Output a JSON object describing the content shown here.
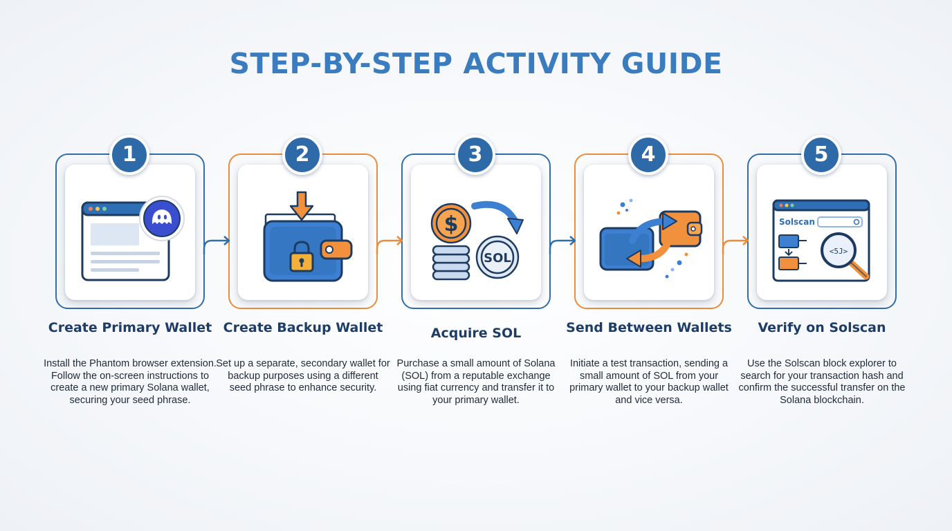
{
  "title": "STEP-BY-STEP ACTIVITY GUIDE",
  "steps": [
    {
      "number": "1",
      "title": "Create Primary Wallet",
      "description": "Install the Phantom browser extension. Follow the on-screen instructions to create a new primary Solana wallet, securing your seed phrase."
    },
    {
      "number": "2",
      "title": "Create Backup Wallet",
      "description": "Set up a separate, secondary wallet for backup purposes using a different seed phrase to enhance security."
    },
    {
      "number": "3",
      "title": "Acquire SOL",
      "description": "Purchase a small amount of Solana (SOL) from a reputable exchange using fiat currency and transfer it to your primary wallet."
    },
    {
      "number": "4",
      "title": "Send Between Wallets",
      "description": "Initiate a test transaction, sending a small amount of SOL from your primary wallet to your backup wallet and vice versa."
    },
    {
      "number": "5",
      "title": "Verify on Solscan",
      "description": "Use the Solscan block explorer to search for your transaction hash and confirm the successful transfer on the Solana blockchain."
    }
  ],
  "icon_text": {
    "coin_label": "SOL",
    "dollar": "$",
    "solscan_brand": "Solscan",
    "code_label": "<5J>"
  },
  "colors": {
    "primary_blue": "#2e6aa8",
    "title_blue": "#3b7cbf",
    "accent_orange": "#ea8c3c",
    "heading_navy": "#1e3d66"
  }
}
